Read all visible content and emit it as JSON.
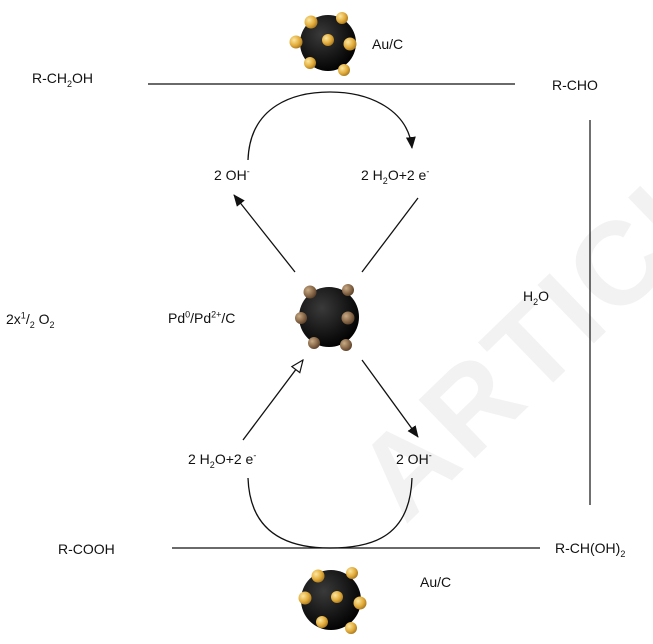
{
  "labels": {
    "au_top": "Au/C",
    "r_ch2oh": {
      "a": "R-CH",
      "sub1": "2",
      "b": "OH"
    },
    "r_cho": "R-CHO",
    "oh_upper": {
      "a": "2 OH",
      "sup1": "-"
    },
    "h2o_e_upper": {
      "a": "2 H",
      "sub1": "2",
      "b": "O+2 e",
      "sup1": "-"
    },
    "o2": {
      "a": "2x",
      "sup1": "1",
      "b": "/",
      "sub1": "2",
      "c": " O",
      "sub2": "2"
    },
    "pd": {
      "a": "Pd",
      "sup1": "0",
      "b": "/Pd",
      "sup2": "2+",
      "c": "/C"
    },
    "h2o": {
      "a": "H",
      "sub1": "2",
      "b": "O"
    },
    "h2o_e_lower": {
      "a": "2 H",
      "sub1": "2",
      "b": "O+2 e",
      "sup1": "-"
    },
    "oh_lower": {
      "a": "2 OH",
      "sup1": "-"
    },
    "r_cooh": "R-COOH",
    "r_ch_oh2": {
      "a": "R-CH(OH)",
      "sub1": "2"
    },
    "au_bottom": "Au/C"
  },
  "watermark": "ARTICLE PRE",
  "colors": {
    "gold": "#e8b84a",
    "pd_brown": "#8a6a4a",
    "core": "#141414",
    "line": "#111111"
  }
}
